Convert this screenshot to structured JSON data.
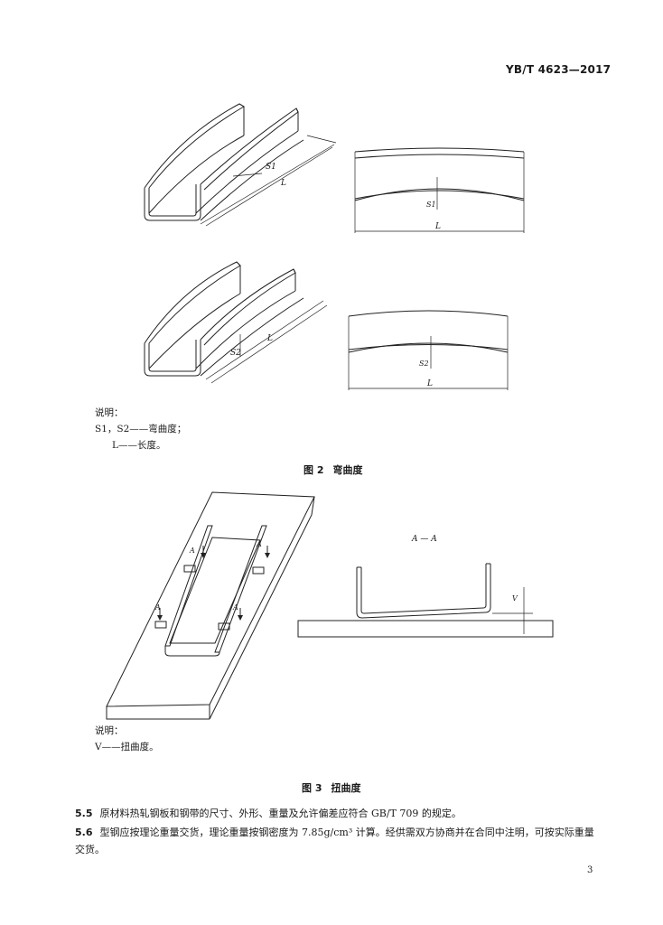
{
  "header": {
    "standard_code": "YB/T 4623—2017"
  },
  "figure2": {
    "labels": {
      "s1": "S1",
      "s2": "S2",
      "l": "L"
    },
    "legend": {
      "title": "说明：",
      "item1": "S1，S2——弯曲度；",
      "item2": "L——长度。"
    },
    "caption": {
      "number": "图 2",
      "title": "弯曲度"
    }
  },
  "figure3": {
    "section_label": "A — A",
    "labels": {
      "a": "A",
      "v": "V"
    },
    "legend": {
      "title": "说明：",
      "item1": "V——扭曲度。"
    },
    "caption": {
      "number": "图 3",
      "title": "扭曲度"
    }
  },
  "clauses": [
    {
      "number": "5.5",
      "text": "原材料热轧钢板和钢带的尺寸、外形、重量及允许偏差应符合 GB/T 709 的规定。"
    },
    {
      "number": "5.6",
      "text": "型钢应按理论重量交货，理论重量按钢密度为 7.85g/cm³ 计算。经供需双方协商并在合同中注明，可按实际重量交货。"
    }
  ],
  "footer": {
    "page_number": "3"
  }
}
